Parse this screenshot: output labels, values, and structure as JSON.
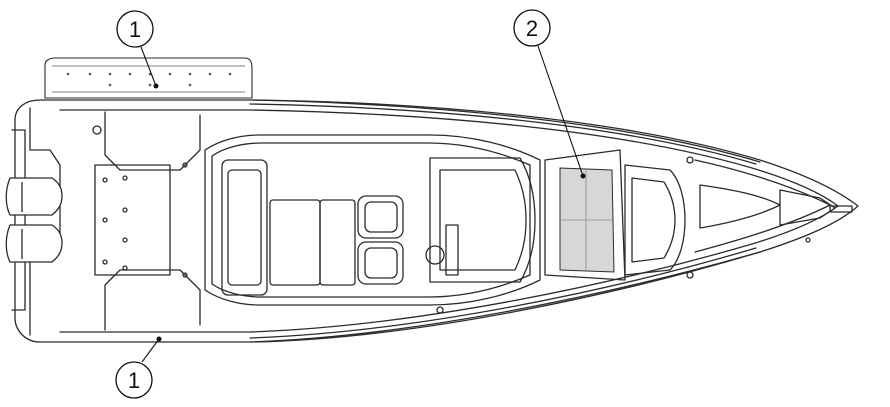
{
  "callouts": [
    {
      "id": "callout-1-top",
      "label": "1"
    },
    {
      "id": "callout-2",
      "label": "2"
    },
    {
      "id": "callout-1-bottom",
      "label": "1"
    }
  ],
  "colors": {
    "line": "#2b2b2b",
    "fill_highlight": "#d7d7d7",
    "engine": "#ffffff",
    "background": "#ffffff"
  }
}
